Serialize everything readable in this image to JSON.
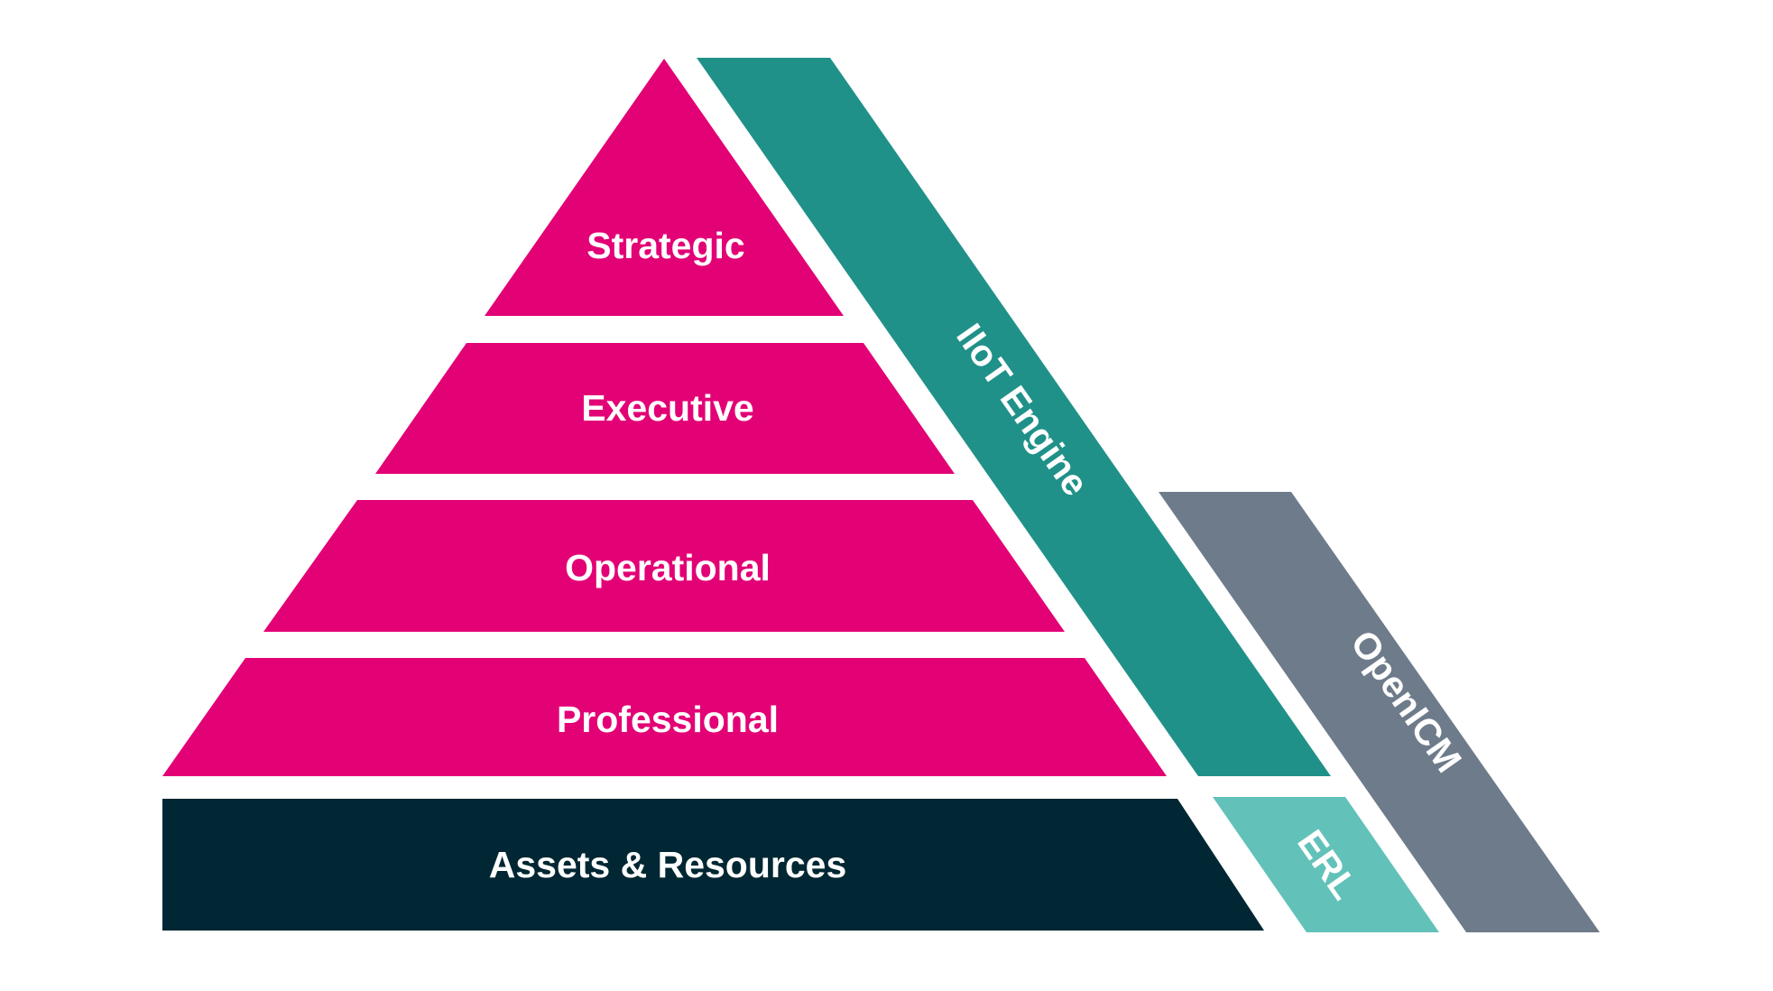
{
  "pyramid": {
    "tiers": [
      {
        "label": "Strategic",
        "color": "#E30176"
      },
      {
        "label": "Executive",
        "color": "#E30176"
      },
      {
        "label": "Operational",
        "color": "#E30176"
      },
      {
        "label": "Professional",
        "color": "#E30176"
      },
      {
        "label": "Assets & Resources",
        "color": "#002733"
      }
    ]
  },
  "bands": [
    {
      "label": "IIoT Engine",
      "color": "#209189"
    },
    {
      "label": "OpenICM",
      "color": "#6E7B8B"
    },
    {
      "label": "ERL",
      "color": "#62C2B9"
    }
  ]
}
